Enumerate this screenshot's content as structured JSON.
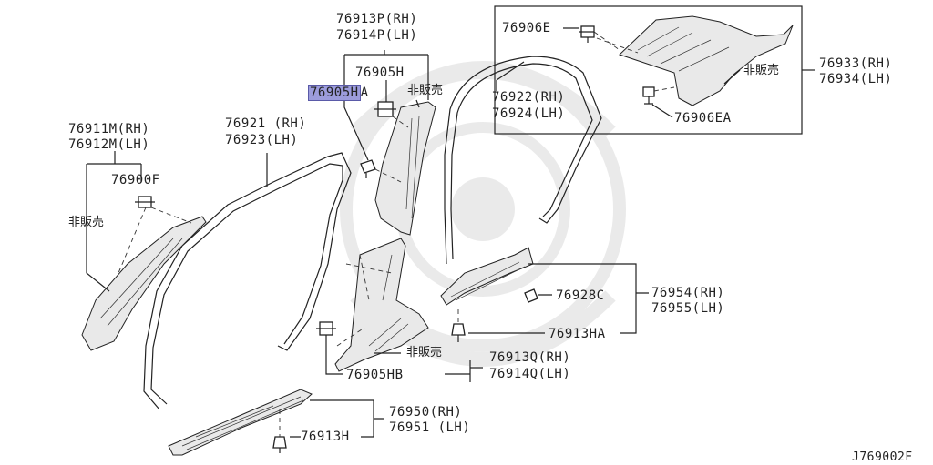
{
  "diagram": {
    "title_code": "J769002F",
    "labels": {
      "p76913P": "76913P(RH)",
      "p76914P": "76914P(LH)",
      "p76905H": "76905H",
      "p76905HA_part": "76905H",
      "p76905HA_suffix": "A",
      "hiban_1": "非販売",
      "p76922": "76922(RH)",
      "p76924": "76924(LH)",
      "p76906E": "76906E",
      "hiban_2": "非販売",
      "p76933": "76933(RH)",
      "p76934": "76934(LH)",
      "p76906EA": "76906EA",
      "p76911M": "76911M(RH)",
      "p76912M": "76912M(LH)",
      "p76900F": "76900F",
      "hiban_3": "非販売",
      "p76921": "76921 (RH)",
      "p76923": "76923(LH)",
      "p76928C": "76928C",
      "p76954": "76954(RH)",
      "p76955": "76955(LH)",
      "p76913HA": "76913HA",
      "hiban_4": "非販売",
      "p76913Q": "76913Q(RH)",
      "p76914Q": "76914Q(LH)",
      "p76905HB": "76905HB",
      "p76950": "76950(RH)",
      "p76951": "76951 (LH)",
      "p76913H": "76913H"
    },
    "highlight_color": "#9c9cdc"
  }
}
